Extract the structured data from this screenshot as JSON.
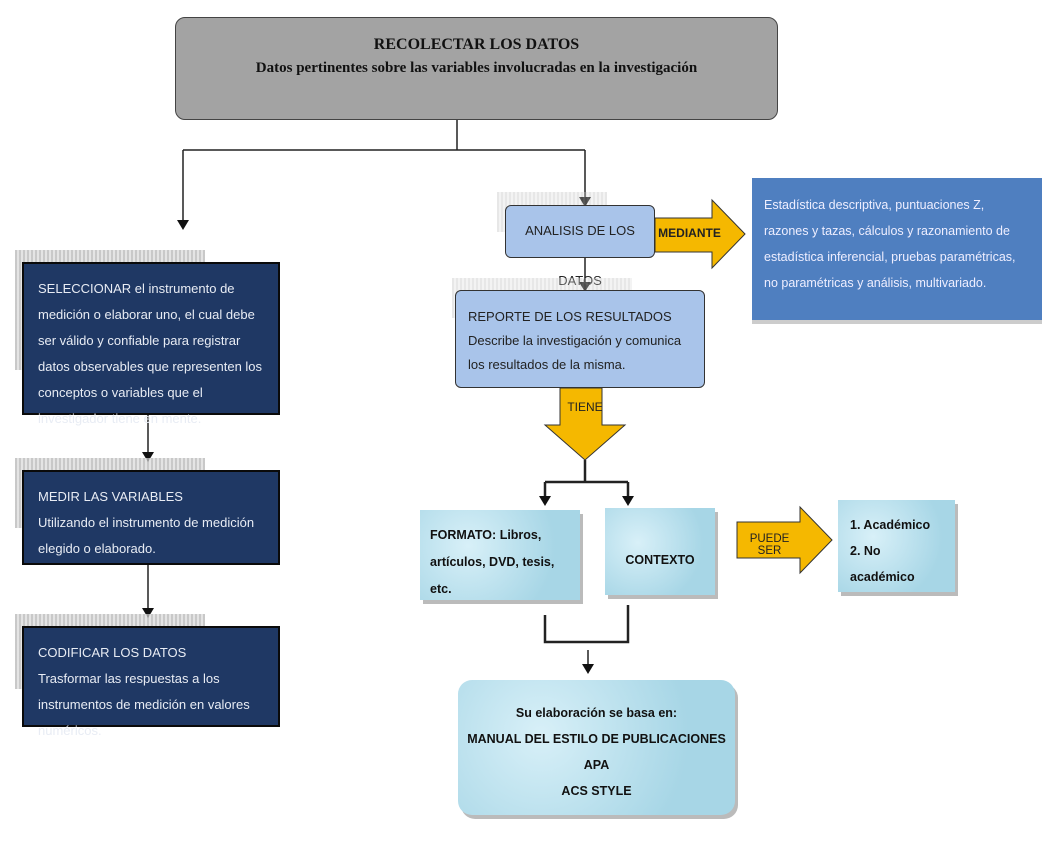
{
  "top": {
    "title": "RECOLECTAR LOS DATOS",
    "subtitle": "Datos pertinentes sobre las variables involucradas en la investigación"
  },
  "left": [
    {
      "text": "SELECCIONAR el instrumento de medición o elaborar uno, el cual debe ser válido y confiable para registrar datos observables que representen los conceptos o variables que el investigador tiene en mente."
    },
    {
      "title": "MEDIR LAS VARIABLES",
      "text": "Utilizando el instrumento de medición elegido o elaborado."
    },
    {
      "title": "CODIFICAR LOS DATOS",
      "text": "Trasformar las respuestas a los instrumentos de medición en valores numéricos."
    }
  ],
  "analisis": "ANALISIS DE LOS DATOS",
  "mediante": "MEDIANTE",
  "estadistica": "Estadística descriptiva, puntuaciones Z, razones y tazas, cálculos y razonamiento de estadística inferencial, pruebas paramétricas, no paramétricas y análisis, multivariado.",
  "reporte": {
    "title": "REPORTE DE LOS RESULTADOS",
    "text": "Describe la investigación y comunica los resultados de la misma."
  },
  "tiene": "TIENE",
  "formato": {
    "label": "FORMATO:",
    "text": "Libros, artículos, DVD, tesis, etc."
  },
  "contexto": "CONTEXTO",
  "puede_ser": "PUEDE SER",
  "tipos": [
    "1. Académico",
    "2. No académico"
  ],
  "base": {
    "line1": "Su elaboración se basa en:",
    "line2": "MANUAL DEL ESTILO DE PUBLICACIONES APA",
    "line3": "ACS STYLE"
  },
  "colors": {
    "navy": "#1f3864",
    "light_blue": "#a9c4ea",
    "stat_blue": "#4f7fc0",
    "arrow_yellow": "#f5b800",
    "header_grey": "#a3a3a3"
  }
}
